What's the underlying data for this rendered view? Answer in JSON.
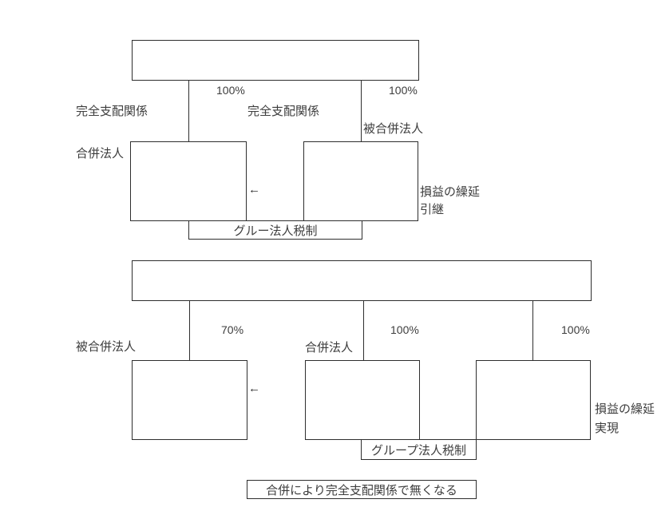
{
  "colors": {
    "line": "#2e2e2e",
    "text": "#3d3d3d",
    "background": "#ffffff"
  },
  "top_section": {
    "ownership_left": "100%",
    "ownership_right": "100%",
    "relation_label_left": "完全支配関係",
    "relation_label_center": "完全支配関係",
    "merged_company_label": "被合併法人",
    "merging_company_label": "合併法人",
    "merge_arrow": "←",
    "note_line1": "損益の繰延",
    "note_line2": "引継",
    "group_tax_label": "グルー法人税制"
  },
  "bottom_section": {
    "ownership_left": "70%",
    "ownership_center": "100%",
    "ownership_right": "100%",
    "merged_company_label": "被合併法人",
    "merging_company_label": "合併法人",
    "merge_arrow": "←",
    "note_line1": "損益の繰延",
    "note_line2": "実現",
    "group_tax_label": "グループ法人税制",
    "footnote": "合併により完全支配関係で無くなる"
  }
}
